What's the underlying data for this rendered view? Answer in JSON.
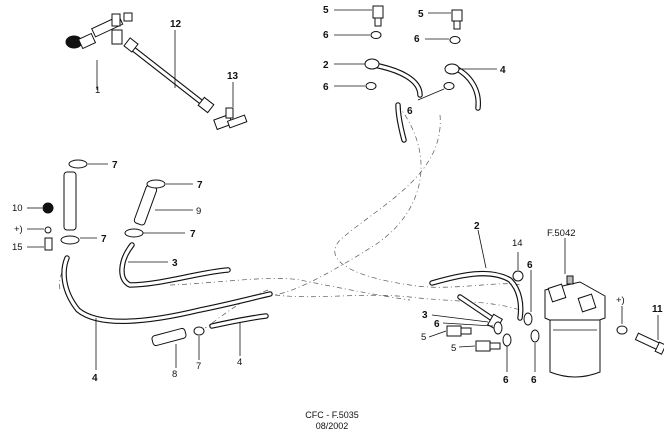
{
  "callouts": [
    {
      "id": "c-1",
      "text": "1"
    },
    {
      "id": "c-12",
      "text": "12"
    },
    {
      "id": "c-13",
      "text": "13"
    },
    {
      "id": "c-5a",
      "text": "5"
    },
    {
      "id": "c-5b",
      "text": "5"
    },
    {
      "id": "c-6a",
      "text": "6"
    },
    {
      "id": "c-6b",
      "text": "6"
    },
    {
      "id": "c-2a",
      "text": "2"
    },
    {
      "id": "c-4a",
      "text": "4"
    },
    {
      "id": "c-6c",
      "text": "6"
    },
    {
      "id": "c-6d",
      "text": "6"
    },
    {
      "id": "c-7a",
      "text": "7"
    },
    {
      "id": "c-7b",
      "text": "7"
    },
    {
      "id": "c-10",
      "text": "10"
    },
    {
      "id": "c-9",
      "text": "9"
    },
    {
      "id": "c-plus-a",
      "text": "+)"
    },
    {
      "id": "c-7c",
      "text": "7"
    },
    {
      "id": "c-7d",
      "text": "7"
    },
    {
      "id": "c-15",
      "text": "15"
    },
    {
      "id": "c-3a",
      "text": "3"
    },
    {
      "id": "c-2b",
      "text": "2"
    },
    {
      "id": "c-14",
      "text": "14"
    },
    {
      "id": "c-f5042",
      "text": "F.5042"
    },
    {
      "id": "c-6e",
      "text": "6"
    },
    {
      "id": "c-plus-b",
      "text": "+)"
    },
    {
      "id": "c-11",
      "text": "11"
    },
    {
      "id": "c-3b",
      "text": "3"
    },
    {
      "id": "c-6f",
      "text": "6"
    },
    {
      "id": "c-5c",
      "text": "5"
    },
    {
      "id": "c-5d",
      "text": "5"
    },
    {
      "id": "c-6g",
      "text": "6"
    },
    {
      "id": "c-6h",
      "text": "6"
    },
    {
      "id": "c-4b",
      "text": "4"
    },
    {
      "id": "c-8",
      "text": "8"
    },
    {
      "id": "c-7e",
      "text": "7"
    },
    {
      "id": "c-4c",
      "text": "4"
    }
  ],
  "footer": {
    "code": "CFC - F.5035",
    "date": "08/2002"
  }
}
